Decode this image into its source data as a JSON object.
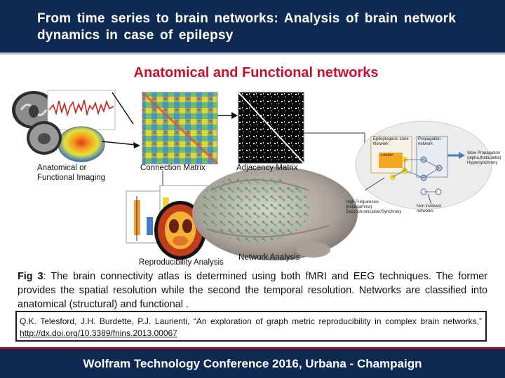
{
  "header": {
    "title": "From time series to brain networks: Analysis of brain network dynamics in case of epilepsy"
  },
  "section": {
    "title": "Anatomical and Functional networks"
  },
  "figure": {
    "labels": {
      "imaging": "Anatomical or Functional Imaging",
      "connection_matrix": "Connection Matrix",
      "adjacency_matrix": "Adjacency Matrix",
      "reproducibility": "Reproducibility Analysis",
      "network_analysis": "Network Analysis"
    },
    "diagram": {
      "epileptogenic_zone": "Epileptogenic zone Network",
      "propagation_network": "Propagation network",
      "lesion": "Lesion",
      "slow_propagation": "Slow Propagation (alpha,theta,delta) Hypersynchrony",
      "high_frequencies": "High Frequencies (beta/gamma) Desynchronization/Synchrony",
      "non_involved": "Non involved networks"
    }
  },
  "caption": {
    "label": "Fig 3",
    "text": ": The brain connectivity atlas is determined using both fMRI and EEG techniques. The former provides the spatial resolution while the second the temporal resolution. Networks are classified into anatomical (structural) and functional ."
  },
  "citation": {
    "text": "Q.K. Telesford, J.H. Burdette, P.J. Laurienti, “An exploration of graph metric reproducibility in complex brain networks,” ",
    "link": "http://dx.doi.org/10.3389/fnins.2013.00067"
  },
  "footer": {
    "text": "Wolfram Technology Conference 2016, Urbana - Champaign"
  },
  "colors": {
    "header_bg": "#0f2a52",
    "title_red": "#c8102e",
    "footer_border": "#8a1328"
  }
}
